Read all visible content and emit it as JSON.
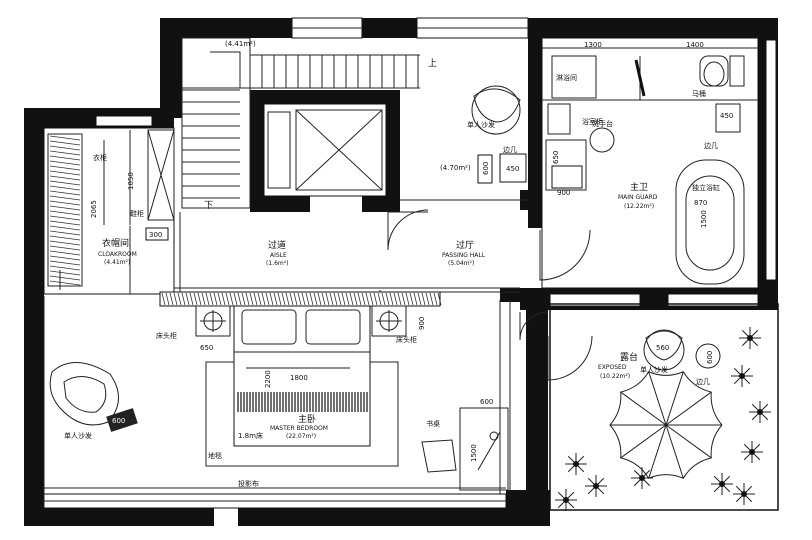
{
  "rooms": {
    "aisle": {
      "cn": "过道",
      "en": "AISLE",
      "area": "(1.6m²)"
    },
    "passing_hall": {
      "cn": "过厅",
      "en": "PASSING HALL",
      "area": "(5.04m²)"
    },
    "cloakroom": {
      "cn": "衣帽间",
      "en": "CLOAKROOM",
      "area": "(4.41m²)"
    },
    "main_guard": {
      "cn": "主卫",
      "en": "MAIN GUARD",
      "area": "(12.22m²)"
    },
    "master_bedroom": {
      "cn": "主卧",
      "en": "MASTER BEDROOM",
      "area": "(22.07m²)"
    },
    "exposed": {
      "cn": "露台",
      "en": "EXPOSED",
      "area": "(10.22m²)"
    },
    "upper_area": "(4.70m²)",
    "stair_area": "(4.41m²)"
  },
  "labels": {
    "up": "上",
    "down": "下",
    "sofa_upper": "单人沙发",
    "sofa_left": "单人沙发",
    "sofa_terrace": "单人沙发",
    "tea_table": "边几",
    "bedside_left": "床头柜",
    "bedside_right": "床头柜",
    "carpet": "地毯",
    "clothes_rack": "衣柜",
    "shoes": "鞋柜",
    "toilet": "马桶",
    "wash": "洗手台",
    "shower": "淋浴间",
    "bathtub": "独立浴缸",
    "side_table": "边几",
    "desk": "书桌",
    "curtain": "投影布",
    "bed_size": "1.8m床",
    "closet": "浴室柜"
  },
  "dimensions": {
    "d1300": "1300",
    "d1400": "1400",
    "d1800": "1800",
    "d2200": "2200",
    "d600_desk": "600",
    "d650": "650",
    "d900": "900",
    "d300": "300",
    "d1050": "1050",
    "d2065": "2065",
    "d600_sofa": "600",
    "d560": "560",
    "d600_side": "600",
    "d1500": "1500",
    "d650_bath": "650",
    "d900_bath": "900",
    "d1500_tub": "1500",
    "d870": "870",
    "d450": "450",
    "d600_upper": "600"
  }
}
